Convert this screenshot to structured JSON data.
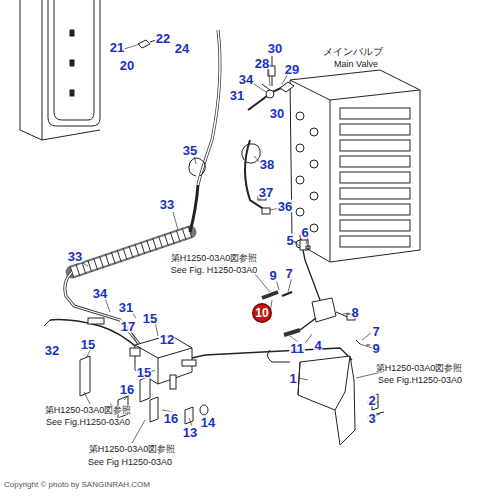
{
  "diagram": {
    "labels": [
      "21",
      "22",
      "24",
      "20",
      "30",
      "28",
      "34",
      "29",
      "メインバルブ",
      "Main Valve",
      "31",
      "30",
      "35",
      "38",
      "37",
      "36",
      "33",
      "5",
      "6",
      "第H1250-03A0図参照",
      "See Fig. H1250-03A0",
      "9",
      "7",
      "33",
      "34",
      "31",
      "8",
      "10",
      "17",
      "15",
      "7",
      "12",
      "11",
      "4",
      "9",
      "32",
      "15",
      "15",
      "第H1250-03A0図参照",
      "See Fig.H1250-03A0",
      "1",
      "16",
      "2",
      "3",
      "第H1250-03A0図参照",
      "See Fig.H1250-03A0",
      "16",
      "14",
      "13",
      "第H1250-03A0図参照",
      "See Fig H1250-03A0",
      "Copyright © photo by SANGINRAH.COM"
    ]
  }
}
